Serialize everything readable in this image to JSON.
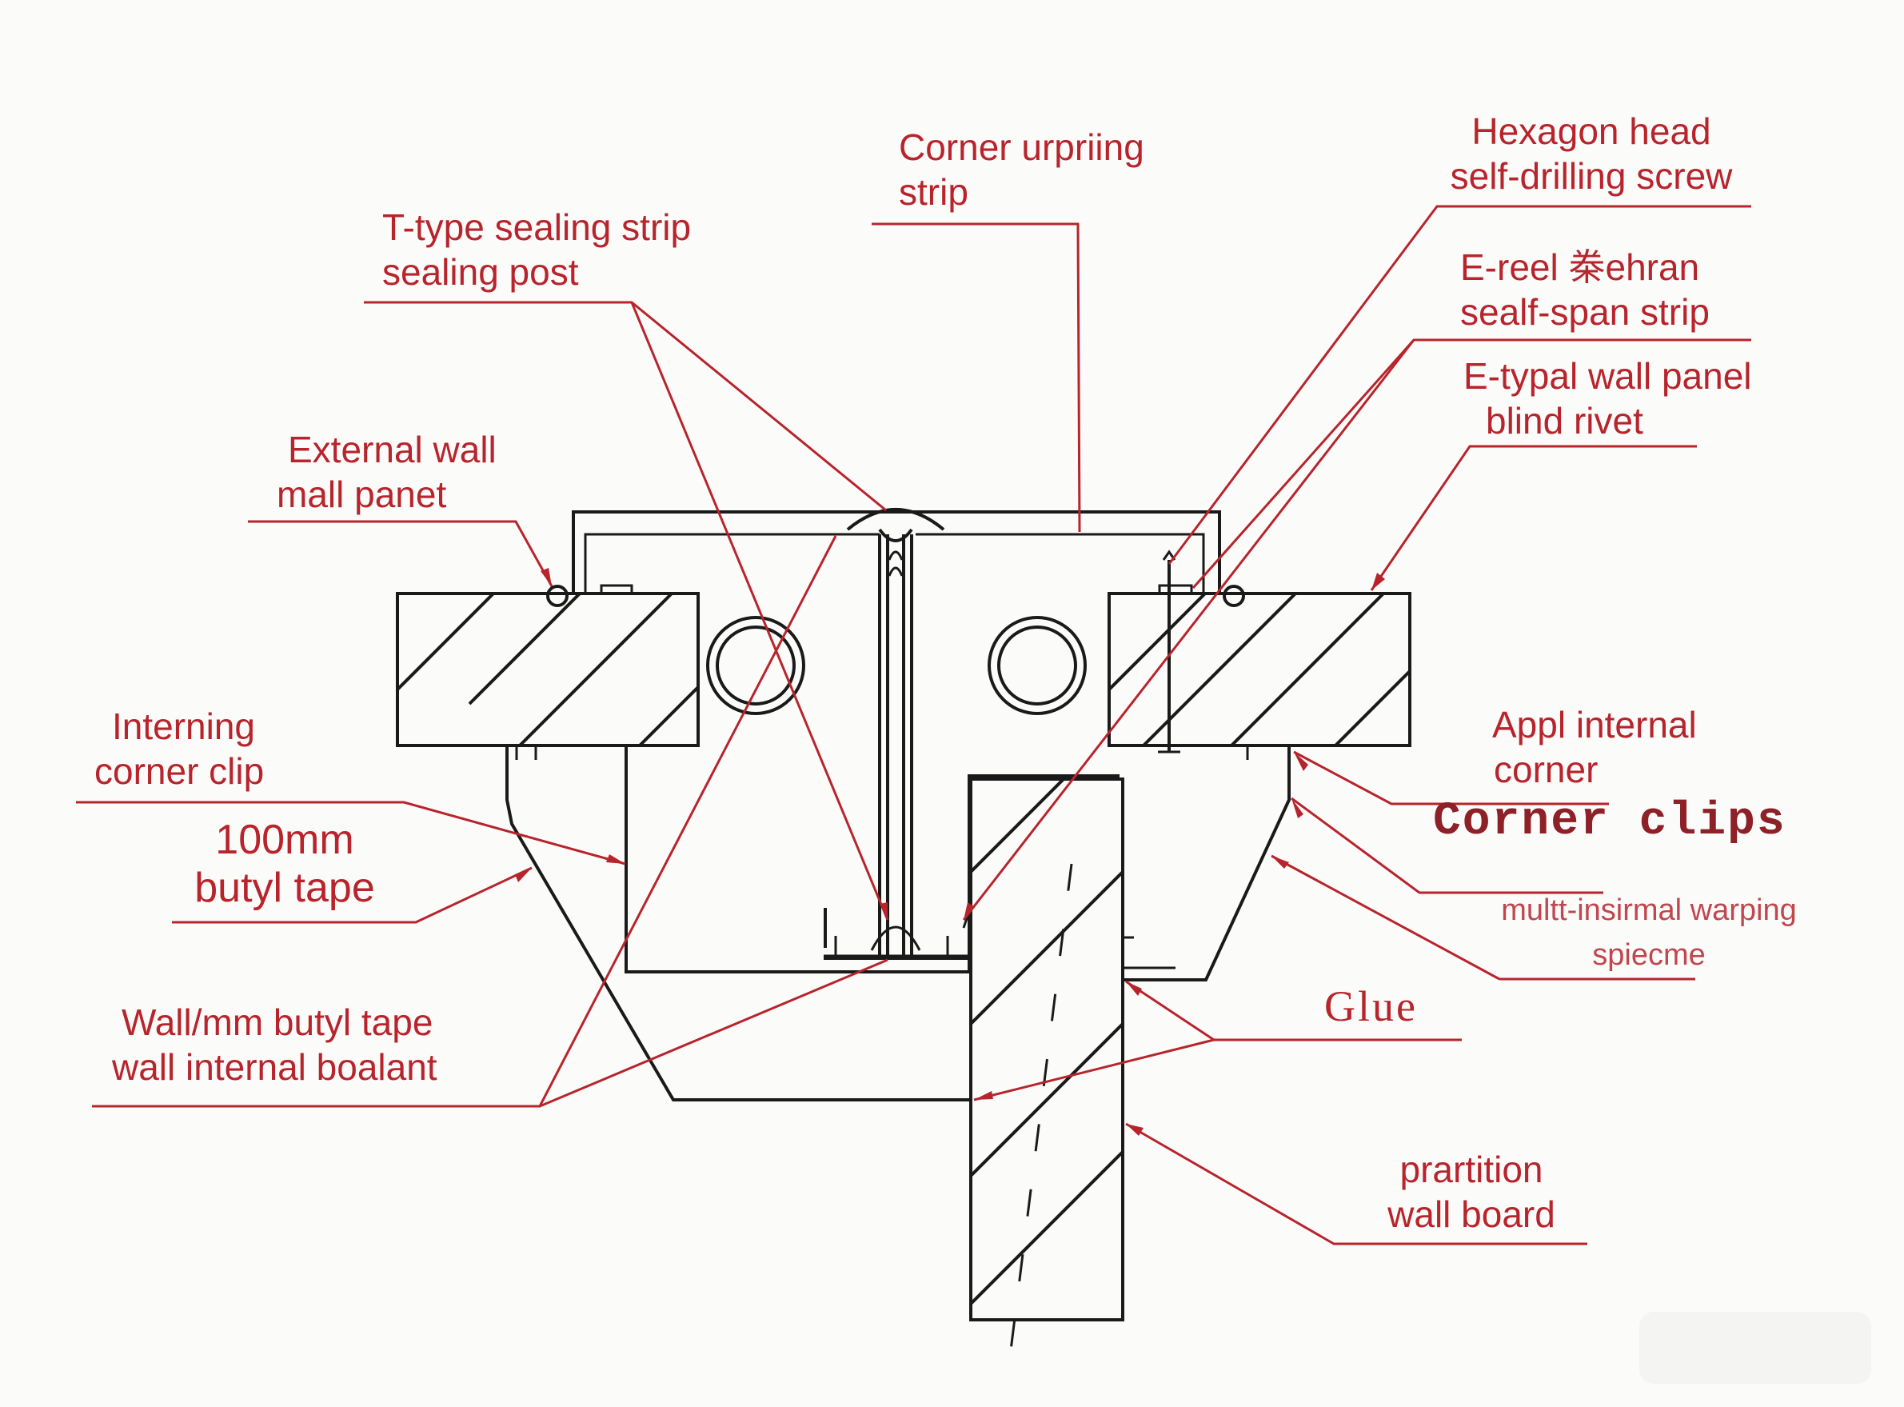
{
  "labels": {
    "corner_upright_strip": [
      "Corner urpriing",
      "strip"
    ],
    "hexagon_head_screw": [
      "Hexagon head",
      "self-drilling screw"
    ],
    "t_type_sealing_strip": [
      "T-type sealing strip",
      "sealing post"
    ],
    "e_reel_strip": [
      "E-reel 桊ehran",
      "sealf-span strip"
    ],
    "e_typal_rivet": [
      "E-typal wall panel",
      "blind rivet"
    ],
    "external_wall_panel": [
      "External wall",
      "mall panet"
    ],
    "interning_corner_clip": [
      "Interning",
      "corner clip"
    ],
    "butyl_tape_100mm": [
      "100mm",
      "butyl tape"
    ],
    "appl_internal_corner": [
      "Appl internal",
      "corner"
    ],
    "corner_clips": "Corner clips",
    "multi_internal_warping": [
      "multt-insirmal warping",
      "spiecme"
    ],
    "glue": "Glue",
    "wall_butyl_tape": [
      "Wall/mm butyl tape",
      "wall internal boalant"
    ],
    "partition_wall_board": [
      "prartition",
      "wall board"
    ]
  },
  "colors": {
    "annotation": "#b8242c",
    "linework": "#1a1a1a",
    "background": "#fbfbfa"
  }
}
